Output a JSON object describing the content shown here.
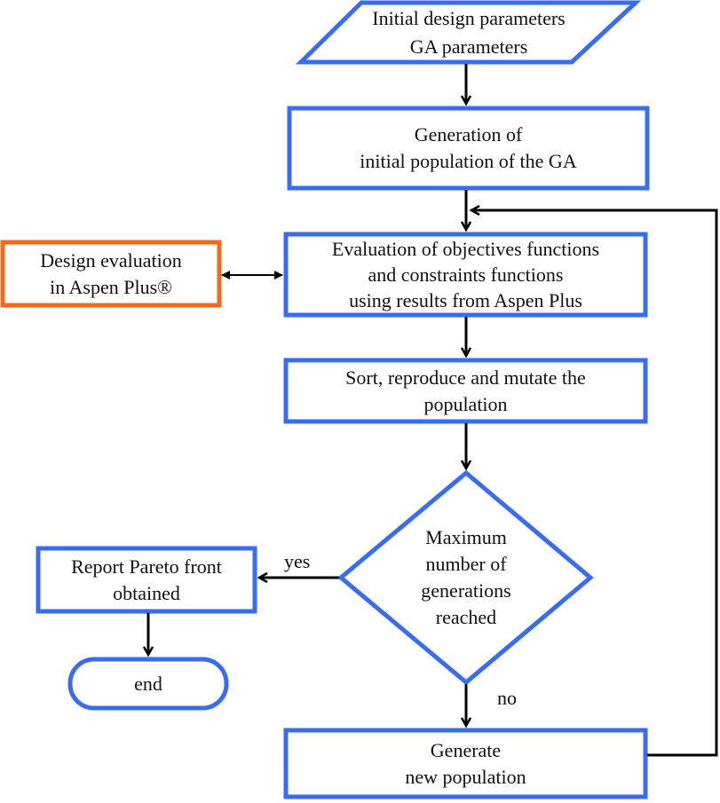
{
  "colors": {
    "process_border": "#3a6cf0",
    "external_border": "#f26b1d",
    "arrow": "#000000"
  },
  "nodes": {
    "input": {
      "lines": [
        "Initial  design parameters",
        "GA parameters"
      ]
    },
    "init_population": {
      "lines": [
        "Generation of",
        "initial  population  of the GA"
      ]
    },
    "evaluation": {
      "lines": [
        "Evaluation  of objectives  functions",
        "and constraints functions",
        "using results from Aspen Plus"
      ]
    },
    "aspen": {
      "lines": [
        "Design evaluation",
        "in  Aspen Plus®"
      ]
    },
    "sort": {
      "lines": [
        "Sort, reproduce and mutate the",
        "population"
      ]
    },
    "decision": {
      "lines": [
        "Maximum",
        "number of",
        "generations",
        "reached"
      ]
    },
    "report": {
      "lines": [
        "Report Pareto front",
        "obtained"
      ]
    },
    "end": {
      "lines": [
        "end"
      ]
    },
    "generate": {
      "lines": [
        "Generate",
        "new population"
      ]
    }
  },
  "edges": {
    "yes_label": "yes",
    "no_label": "no"
  }
}
